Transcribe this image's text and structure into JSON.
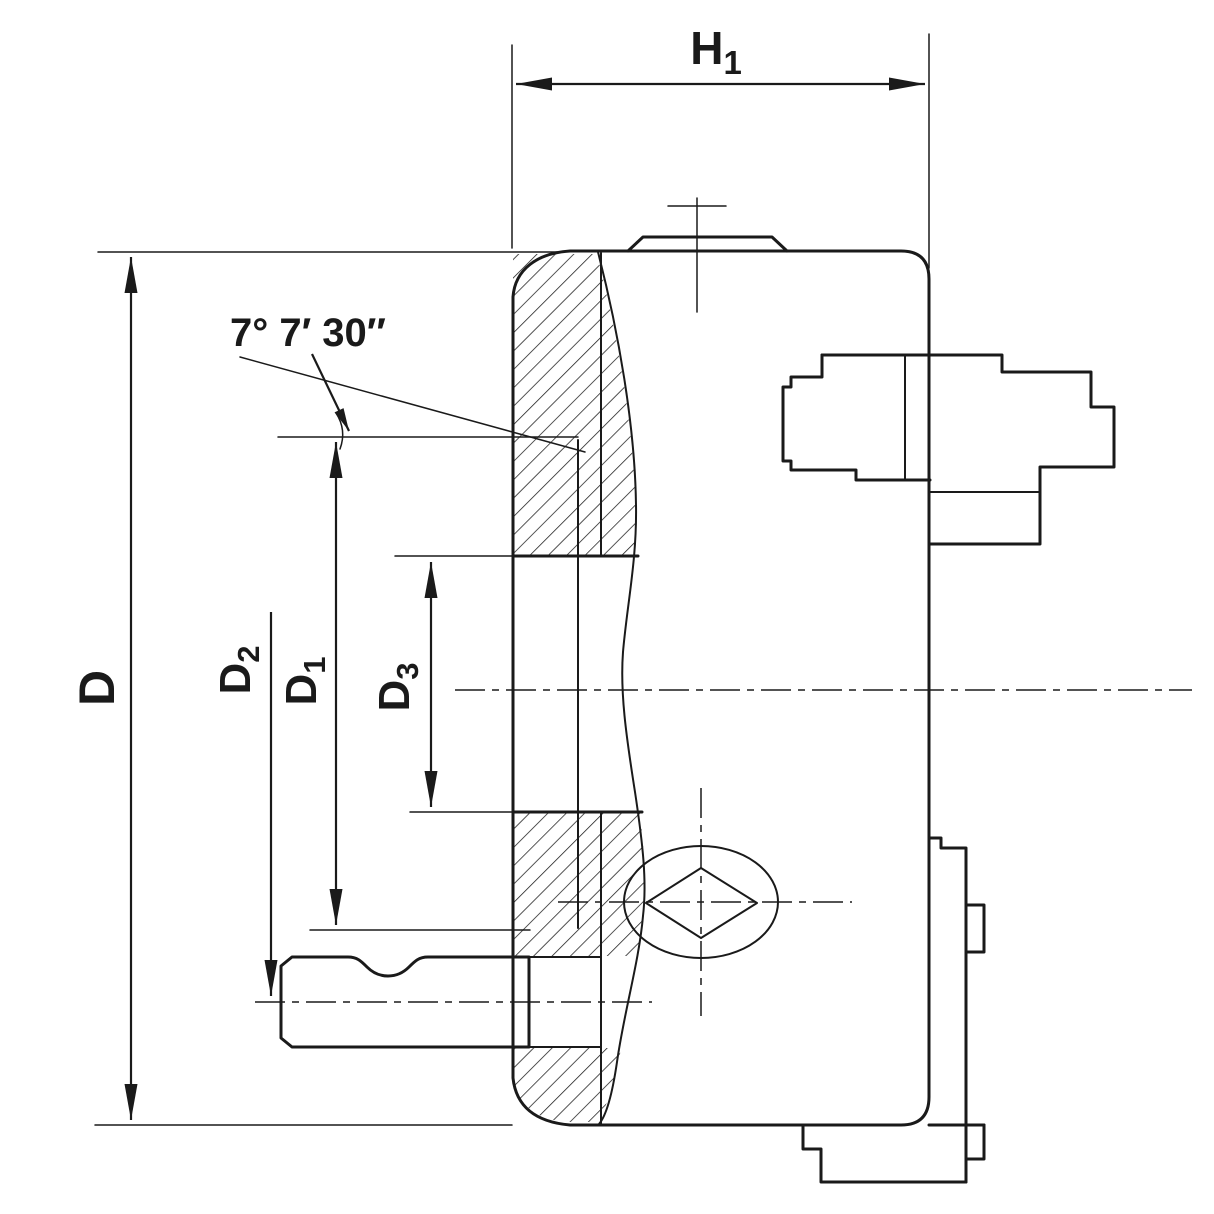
{
  "colors": {
    "ink": "#1a1a1a",
    "paper": "#ffffff"
  },
  "labels": {
    "h1": {
      "base": "H",
      "sub": "1"
    },
    "d": {
      "base": "D",
      "sub": ""
    },
    "d2": {
      "base": "D",
      "sub": "2"
    },
    "d1": {
      "base": "D",
      "sub": "1"
    },
    "d3": {
      "base": "D",
      "sub": "3"
    },
    "taper_angle": "7° 7′ 30″"
  }
}
